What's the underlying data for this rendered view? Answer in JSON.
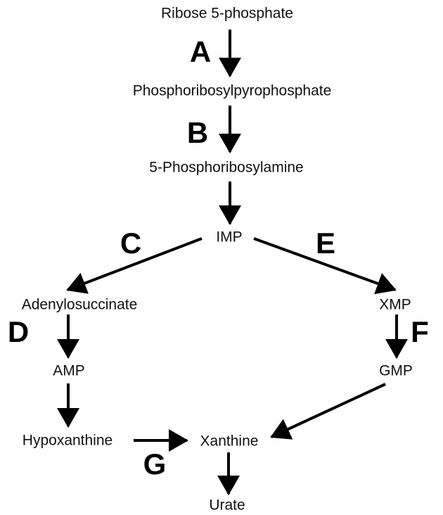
{
  "nodes": {
    "ribose": "Ribose 5-phosphate",
    "prpp": "Phosphoribosylpyrophosphate",
    "pra": "5-Phosphoribosylamine",
    "imp": "IMP",
    "adenylosuccinate": "Adenylosuccinate",
    "xmp": "XMP",
    "amp": "AMP",
    "gmp": "GMP",
    "hypoxanthine": "Hypoxanthine",
    "xanthine": "Xanthine",
    "urate": "Urate"
  },
  "steps": {
    "a": "A",
    "b": "B",
    "c": "C",
    "d": "D",
    "e": "E",
    "f": "F",
    "g": "G"
  },
  "colors": {
    "arrow": "#000000",
    "text": "#111111"
  }
}
